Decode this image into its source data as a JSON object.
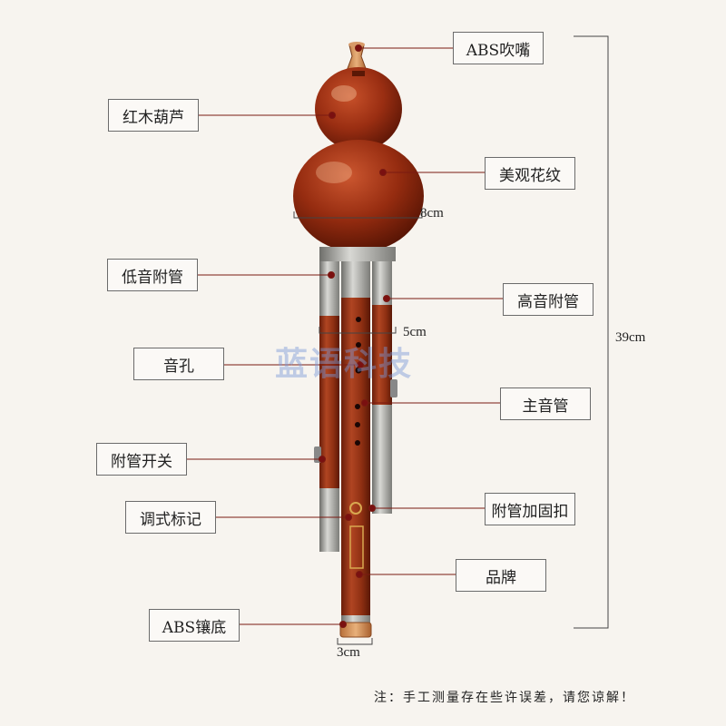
{
  "labels": {
    "abs_mouthpiece": "ABS吹嘴",
    "rosewood_gourd": "红木葫芦",
    "pattern": "美观花纹",
    "low_pipe": "低音附管",
    "high_pipe": "高音附管",
    "tone_hole": "音孔",
    "main_pipe": "主音管",
    "pipe_switch": "附管开关",
    "pipe_clasp": "附管加固扣",
    "key_mark": "调式标记",
    "brand": "品牌",
    "abs_base": "ABS镶底"
  },
  "dimensions": {
    "gourd_width": "8cm",
    "pipe_width": "5cm",
    "total_length": "39cm",
    "base_width": "3cm"
  },
  "watermark": "蓝语科技",
  "footnote": "注：手工测量存在些许误差，请您谅解！",
  "colors": {
    "rosewood": "#8e2a10",
    "leader_line": "#7a1a12",
    "dot": "#7a1010",
    "metal": "#9a9a96",
    "background": "#f7f4ef"
  }
}
